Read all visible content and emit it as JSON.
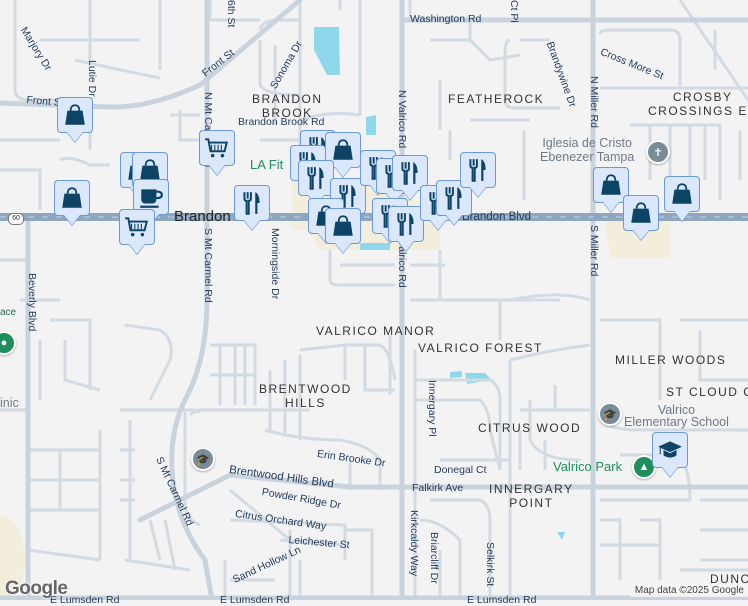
{
  "map": {
    "colors": {
      "background": "#f4f3f4",
      "highway": "#8fa6bf",
      "road": "#cfd8e1",
      "water": "#8fd8ec",
      "commercial": "#f3eddb",
      "marker_fill": "#dbe7fb",
      "marker_border": "#6a98d8",
      "marker_icon": "#0c4466",
      "park": "#1e8e5a",
      "poi_gray": "#6d7a86"
    },
    "streets": {
      "washington": "Washington Rd",
      "marjory": "Marjory Dr",
      "lutie": "Lutie Dr",
      "front1": "Front St",
      "front2": "Front St",
      "sixth": "6th St",
      "sonoma": "Sonoma Dr",
      "nmtcarmel": "N Mt Carmel Rd",
      "brandonbrook": "Brandon Brook Rd",
      "brandonw": "Brandon",
      "brandone": "Brandon Blvd",
      "smtcarmel1": "S Mt Carmel Rd",
      "smtcarmel2": "S Mt Carmel Rd",
      "morningside": "Morningside Dr",
      "beverly": "Beverly Blvd",
      "nvalrico": "N Valrico Rd",
      "valrico": "Valrico Rd",
      "brandywine": "Brandywine Dr",
      "crossmore": "Cross More St",
      "ctpl": "Ct Pl",
      "nmiller": "N Miller Rd",
      "smiller": "S Miller Rd",
      "innergary": "Innergary Pl",
      "donegal": "Donegal Ct",
      "falkirk": "Falkirk Ave",
      "kirkcaldy": "Kirkcaldy Way",
      "briarcliff": "Briarcliff Dr",
      "selkirk": "Selkirk St",
      "erinbrooke": "Erin Brooke Dr",
      "brentwoodblvd": "Brentwood Hills Blvd",
      "powder": "Powder Ridge Dr",
      "citrusorchard": "Citrus Orchard Way",
      "leichester": "Leichester St",
      "sandhollow": "Sand Hollow Ln",
      "lumsden1": "E Lumsden Rd",
      "lumsden2": "E Lumsden Rd",
      "lumsden3": "E Lumsden Rd",
      "route": "60"
    },
    "neighborhoods": {
      "brandonbrook": "BRANDON\nBROOK",
      "featherock": "FEATHEROCK",
      "crosby": "CROSBY\nCROSSINGS EA",
      "valricomanor": "VALRICO MANOR",
      "valricoforest": "VALRICO FOREST",
      "millerwoods": "MILLER WOODS",
      "stcloud": "ST CLOUD C",
      "brentwood": "BRENTWOOD\nHILLS",
      "citruswood": "CITRUS WOOD",
      "innergary": "INNERGARY\nPOINT",
      "dunc": "DUNC"
    },
    "pois": {
      "lafit": "LA Fit",
      "iglesia": "Iglesia de Cristo\nEbenezer Tampa",
      "valricoschool": "Valrico\nElementary School",
      "valricopark": "Valrico Park",
      "ace": "ace",
      "clinic": "inic"
    },
    "markers": [
      {
        "type": "shopping-bag"
      },
      {
        "type": "shopping-cart"
      },
      {
        "type": "shopping-bag"
      },
      {
        "type": "shopping-bag"
      },
      {
        "type": "coffee"
      },
      {
        "type": "shopping-bag"
      },
      {
        "type": "shopping-cart"
      },
      {
        "type": "restaurant"
      },
      {
        "type": "restaurant"
      },
      {
        "type": "restaurant"
      },
      {
        "type": "shopping-bag"
      },
      {
        "type": "restaurant"
      },
      {
        "type": "restaurant"
      },
      {
        "type": "restaurant"
      },
      {
        "type": "restaurant"
      },
      {
        "type": "restaurant"
      },
      {
        "type": "shopping-bag"
      },
      {
        "type": "shopping-bag"
      },
      {
        "type": "restaurant"
      },
      {
        "type": "restaurant"
      },
      {
        "type": "restaurant"
      },
      {
        "type": "restaurant"
      },
      {
        "type": "restaurant"
      },
      {
        "type": "shopping-bag"
      },
      {
        "type": "shopping-bag"
      },
      {
        "type": "shopping-bag"
      },
      {
        "type": "school"
      }
    ],
    "logo": "Google",
    "attribution": "Map data ©2025 Google"
  }
}
